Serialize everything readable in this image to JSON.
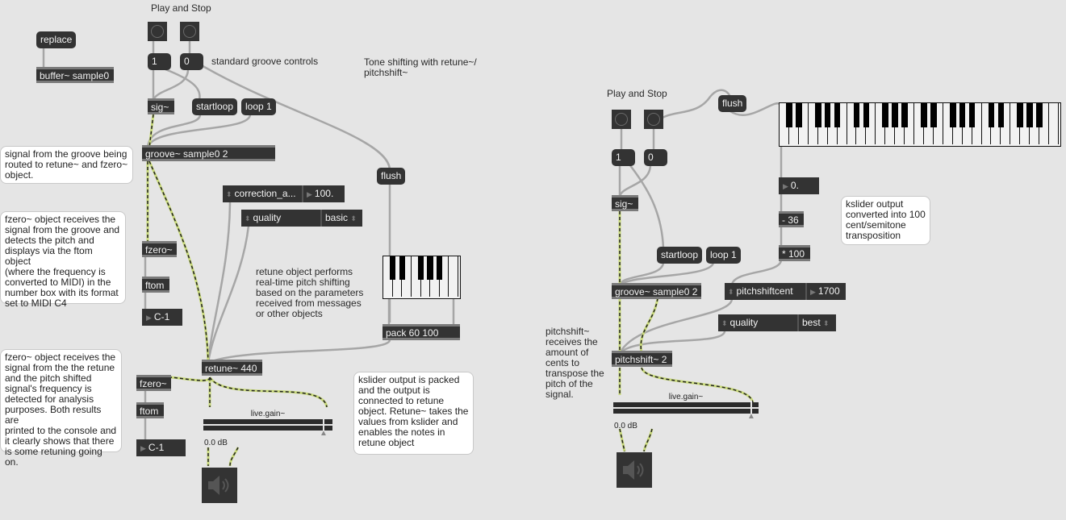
{
  "left_patch": {
    "title_play_stop": "Play and Stop",
    "replace_msg": "replace",
    "buffer_obj": "buffer~ sample0",
    "msg_one": "1",
    "msg_zero": "0",
    "groove_controls_label": "standard groove controls",
    "sig_obj": "sig~",
    "startloop_msg": "startloop",
    "loop_msg": "loop 1",
    "groove_obj": "groove~ sample0 2",
    "tone_title": "Tone shifting with retune~/\npitchshift~",
    "flush_msg": "flush",
    "correction_attr": {
      "name": "correction_a...",
      "value": "100."
    },
    "quality_attr": {
      "name": "quality",
      "value": "basic"
    },
    "fzero_obj": "fzero~",
    "ftom_obj": "ftom",
    "note_num": "C-1",
    "retune_desc": "retune object performs\nreal-time pitch shifting\nbased on the parameters\nreceived from messages\nor other objects",
    "pack_obj": "pack 60 100",
    "retune_obj": "retune~ 440",
    "fzero2_obj": "fzero~",
    "ftom2_obj": "ftom",
    "note_num2": "C-1",
    "gain": {
      "title": "live.gain~",
      "value": "0.0 dB"
    },
    "comments": {
      "groove_routing": "signal from the groove being\nrouted to retune~ and fzero~\nobject.",
      "fzero_detect": "fzero~ object receives the\nsignal from the groove and\ndetects the pitch and\ndisplays via the ftom object\n(where the frequency is\nconverted to MIDI) in the\nnumber box with its format\nset to MIDI C4",
      "fzero_retune": "fzero~ object receives the\nsignal from the the retune\nand the pitch shifted\nsignal's frequency is\ndetected for analysis\npurposes. Both results are\nprinted to the console and\nit clearly shows that there\nis some retuning going on.",
      "kslider_pack": "kslider output is packed\nand the output is\nconnected to retune\nobject. Retune~ takes the\nvalues from kslider and\nenables the notes in\nretune object"
    },
    "keyboard_white_keys": 8
  },
  "right_patch": {
    "title_play_stop": "Play and Stop",
    "flush_msg": "flush",
    "msg_one": "1",
    "msg_zero": "0",
    "sig_obj": "sig~",
    "float_num": "0.",
    "minus_obj": "- 36",
    "times_obj": "* 100",
    "kslider_comment": "kslider output\nconverted into 100\ncent/semitone\ntransposition",
    "startloop_msg": "startloop",
    "loop_msg": "loop 1",
    "groove_obj": "groove~ sample0 2",
    "pitchshiftcent_attr": {
      "name": "pitchshiftcent",
      "value": "1700"
    },
    "quality_attr": {
      "name": "quality",
      "value": "best"
    },
    "pitchshift_desc": "pitchshift~\nreceives the\namount of\ncents to\ntranspose the\npitch of the\nsignal.",
    "pitchshift_obj": "pitchshift~ 2",
    "gain": {
      "title": "live.gain~",
      "value": "0.0 dB"
    },
    "keyboard_white_keys": 29
  },
  "colors": {
    "background": "#e5e5e5",
    "object": "#333333",
    "patchcord": "#a6a6a6",
    "signal_cord": "#c8d97a"
  }
}
